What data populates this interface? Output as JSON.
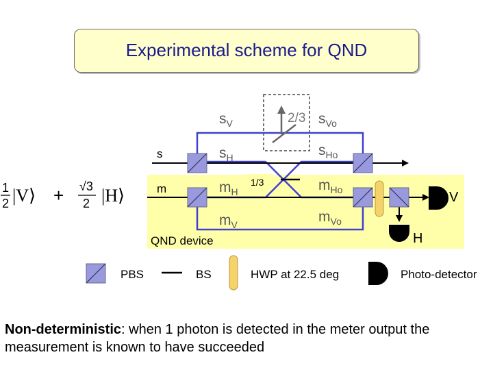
{
  "title": "Experimental scheme for QND",
  "diagram": {
    "input_state": {
      "coef1_num": "1",
      "coef1_den": "2",
      "ket1": "|V⟩",
      "plus": "+",
      "coef2_num": "√3",
      "coef2_den": "2",
      "ket2": "|H⟩"
    },
    "rails": {
      "s": "s",
      "m": "m"
    },
    "modes": {
      "sV": {
        "base": "s",
        "sub": "V"
      },
      "sH": {
        "base": "s",
        "sub": "H"
      },
      "mH": {
        "base": "m",
        "sub": "H"
      },
      "mV": {
        "base": "m",
        "sub": "V"
      },
      "sVo": {
        "base": "s",
        "sub": "Vo"
      },
      "sHo": {
        "base": "s",
        "sub": "Ho"
      },
      "mHo": {
        "base": "m",
        "sub": "Ho"
      },
      "mVo": {
        "base": "m",
        "sub": "Vo"
      }
    },
    "bs_upper_ratio": "2/3",
    "bs_center_ratio": "1/3",
    "output_V": "V",
    "output_H": "H",
    "device_label": "QND device"
  },
  "legend": {
    "pbs": "PBS",
    "bs": "BS",
    "hwp": "HWP at 22.5 deg",
    "detector": "Photo-detector"
  },
  "caption": {
    "lead": "Non-deterministic",
    "rest": ": when 1 photon is detected in the meter output the measurement is known to have succeeded"
  },
  "colors": {
    "device_fill": "#ffffaa",
    "beam": "#4040d0",
    "pbs_fill": "#9999dd",
    "hwp_fill": "#f5d26a",
    "title_text": "#1a1a8c",
    "label_text": "#555555"
  }
}
